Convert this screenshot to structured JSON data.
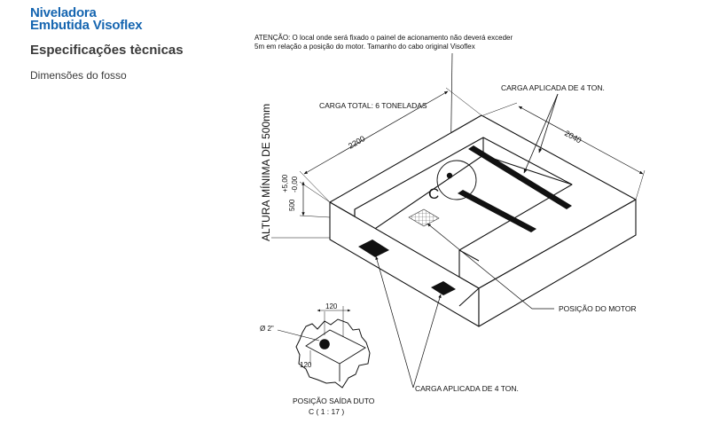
{
  "brand": {
    "line1": "Niveladora",
    "line2": "Embutida Visoflex",
    "color": "#1565b0"
  },
  "header": {
    "title": "Especificações tècnicas",
    "subtitle": "Dimensões do fosso"
  },
  "diagram": {
    "note_line1": "ATENÇÃO: O local onde será fixado o painel de acionamento não deverá exceder",
    "note_line2": "5m em relação a posição do motor. Tamanho do cabo original Visoflex",
    "carga_total": "CARGA TOTAL: 6 TONELADAS",
    "carga_top": "CARGA APLICADA DE 4 TON.",
    "carga_bottom": "CARGA APLICADA DE 4 TON.",
    "dim_length": "2200",
    "dim_width": "2040",
    "altura": "ALTURA MÍNIMA DE 500mm",
    "tolerance_plus": "+5,00",
    "tolerance_minus": "-0,00",
    "depth": "500",
    "detail_marker": "C",
    "posicao_motor": "POSIÇÃO DO MOTOR",
    "duct_diameter": "Ø 2\"",
    "duct_dim_top": "120",
    "duct_dim_side": "120",
    "duct_label": "POSIÇÃO SAÍDA DUTO",
    "duct_scale": "C ( 1 : 17 )"
  }
}
